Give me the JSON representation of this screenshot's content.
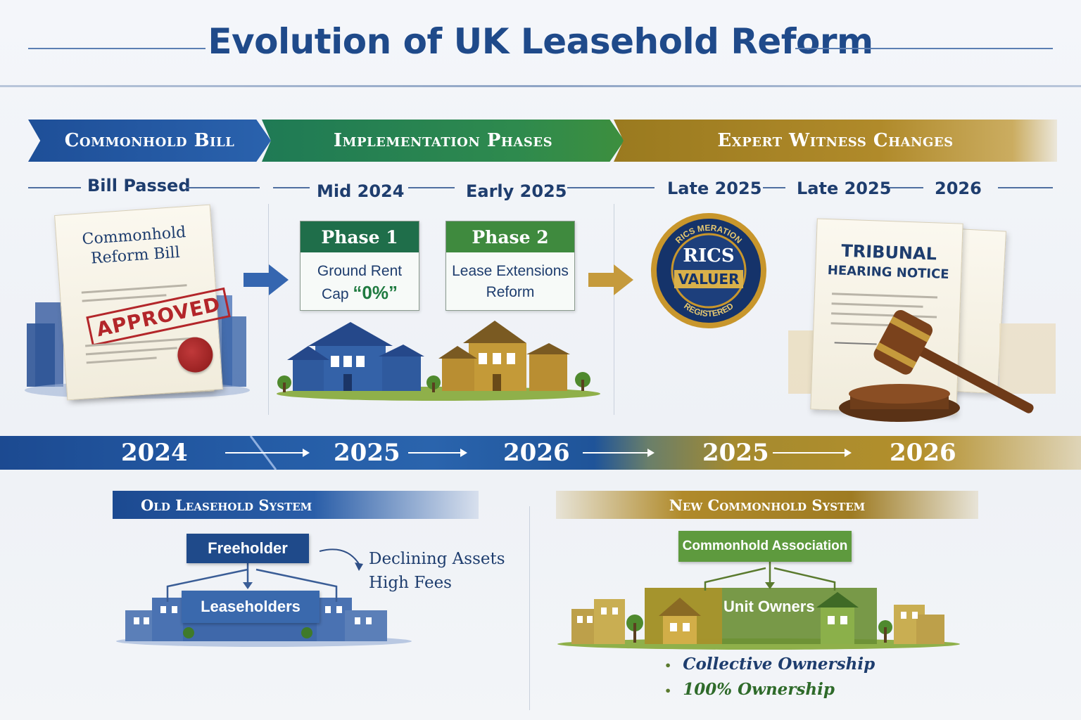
{
  "title": "Evolution of UK Leasehold Reform",
  "banners": {
    "commonhold_bill": "Commonhold Bill",
    "implementation_phases": "Implementation Phases",
    "expert_witness_changes": "Expert Witness Changes"
  },
  "dates": {
    "bill_passed": "Bill Passed",
    "mid_2024": "Mid 2024",
    "early_2025": "Early 2025",
    "late_2025_a": "Late 2025",
    "late_2025_b": "Late 2025",
    "year_2026": "2026"
  },
  "bill_document": {
    "title_line1": "Commonhold",
    "title_line2": "Reform Bill",
    "stamp": "APPROVED"
  },
  "phases": [
    {
      "label": "Phase 1",
      "line1": "Ground Rent",
      "line2_prefix": "Cap ",
      "line2_highlight": "“0%”",
      "color": "#1f6e4a"
    },
    {
      "label": "Phase 2",
      "line1": "Lease Extensions",
      "line2": "Reform",
      "color": "#3f8a3e"
    }
  ],
  "rics_seal": {
    "top_arc": "RICS MERATION",
    "brand": "RICS",
    "ribbon": "VALUER",
    "bottom_arc": "REGISTERED"
  },
  "tribunal_notice": {
    "line1": "TRIBUNAL",
    "line2": "HEARING NOTICE"
  },
  "timeline": {
    "years": [
      "2024",
      "2025",
      "2026",
      "2025",
      "2026"
    ]
  },
  "old_system": {
    "header": "Old Leasehold System",
    "freeholder": "Freeholder",
    "leaseholders": "Leaseholders",
    "notes": [
      "Declining Assets",
      "High Fees"
    ]
  },
  "new_system": {
    "header": "New Commonhold System",
    "association": "Commonhold Association",
    "unit_owners": "Unit Owners",
    "bullets": [
      "Collective Ownership",
      "100% Ownership"
    ]
  },
  "colors": {
    "navy": "#1f4a8a",
    "green": "#2e8a4e",
    "gold": "#b08a2a",
    "stamp_red": "#b3262a"
  }
}
